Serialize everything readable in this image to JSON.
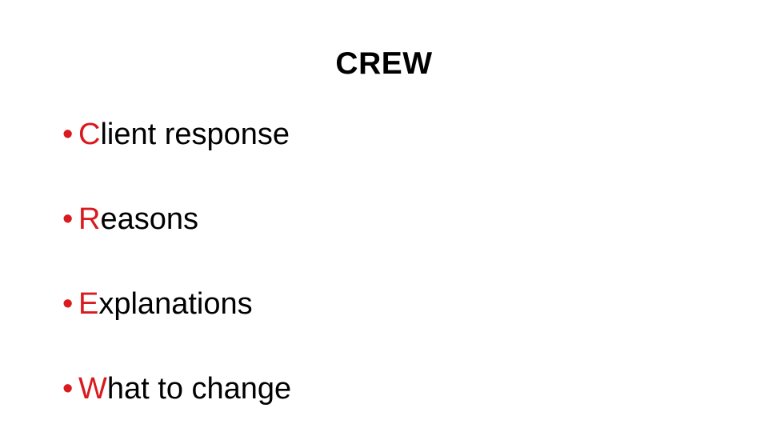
{
  "slide": {
    "title": "CREW",
    "background_color": "#FFFFFF",
    "title_color": "#000000",
    "accent_color": "#D91A1F",
    "body_color": "#000000",
    "bullet_glyph": "•",
    "acronym": "CREW"
  },
  "bullets": [
    {
      "initial": "C",
      "rest": "lient response",
      "full_text": "Client response"
    },
    {
      "initial": "R",
      "rest": "easons",
      "full_text": "Reasons"
    },
    {
      "initial": "E",
      "rest": "xplanations",
      "full_text": "Explanations"
    },
    {
      "initial": "W",
      "rest": "hat to change",
      "full_text": "What to change"
    }
  ]
}
